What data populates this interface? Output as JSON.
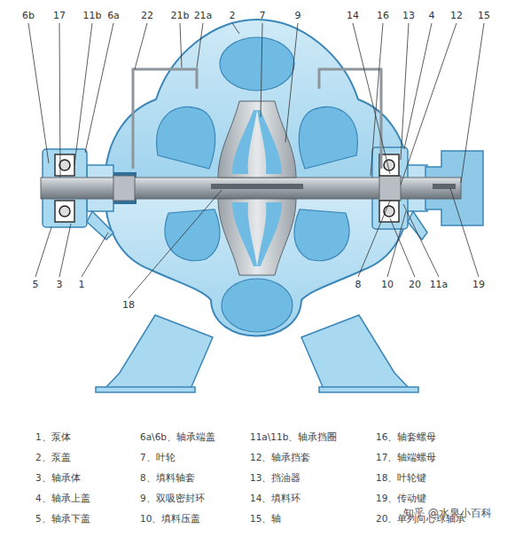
{
  "diagram": {
    "labels": [
      "6b",
      "17",
      "11b",
      "6a",
      "22",
      "21b",
      "21a",
      "2",
      "7",
      "9",
      "14",
      "16",
      "13",
      "4",
      "12",
      "15",
      "5",
      "3",
      "1",
      "18",
      "8",
      "10",
      "20",
      "11a",
      "19",
      "1、泵体",
      "2、泵盖",
      "3、轴承体",
      "4、轴承上盖",
      "5、轴承下盖",
      "6a\\6b、轴承端盖",
      "7、叶轮",
      "8、填料轴套",
      "9、双吸密封环",
      "10、填料压盖",
      "11a\\11b、轴承挡圈",
      "12、轴承挡套",
      "13、挡油器",
      "14、填料环",
      "15、轴",
      "16、轴套螺母",
      "17、轴端螺母",
      "18、叶轮键",
      "19、传动键",
      "20、单列向心球轴承",
      "知乎 @水泉小百科"
    ]
  }
}
